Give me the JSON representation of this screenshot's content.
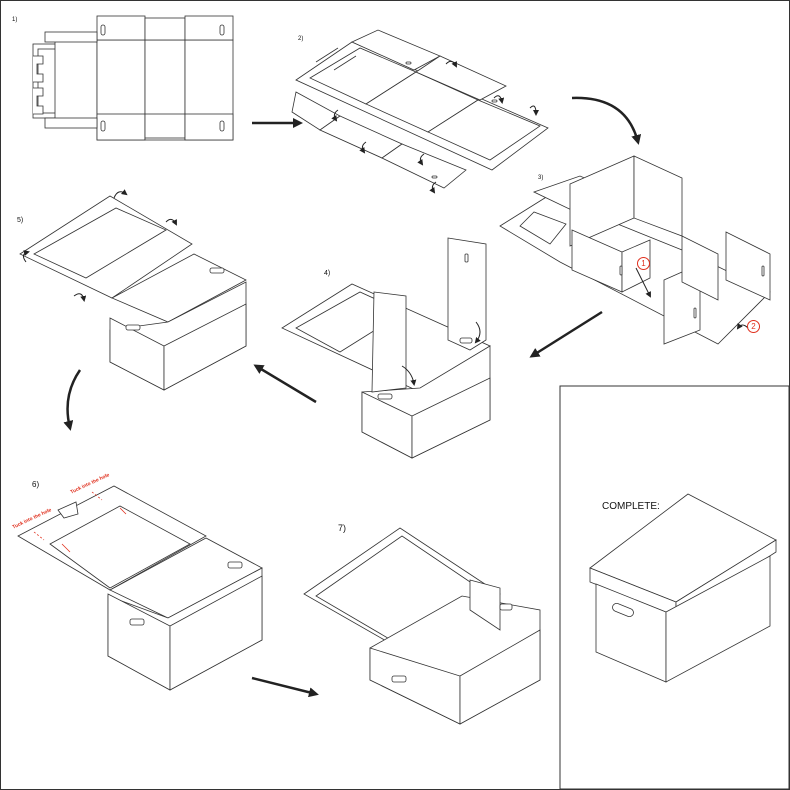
{
  "steps": [
    {
      "label": "1)"
    },
    {
      "label": "2)"
    },
    {
      "label": "3)",
      "markers": [
        "1",
        "2"
      ]
    },
    {
      "label": "4)"
    },
    {
      "label": "5)"
    },
    {
      "label": "6)",
      "notes": [
        "Tuck into the hole",
        "Tuck into the hole"
      ]
    },
    {
      "label": "7)"
    }
  ],
  "complete": {
    "title": "COMPLETE:"
  },
  "colors": {
    "line": "#222222",
    "annotation": "#e0301e",
    "background": "#ffffff"
  }
}
